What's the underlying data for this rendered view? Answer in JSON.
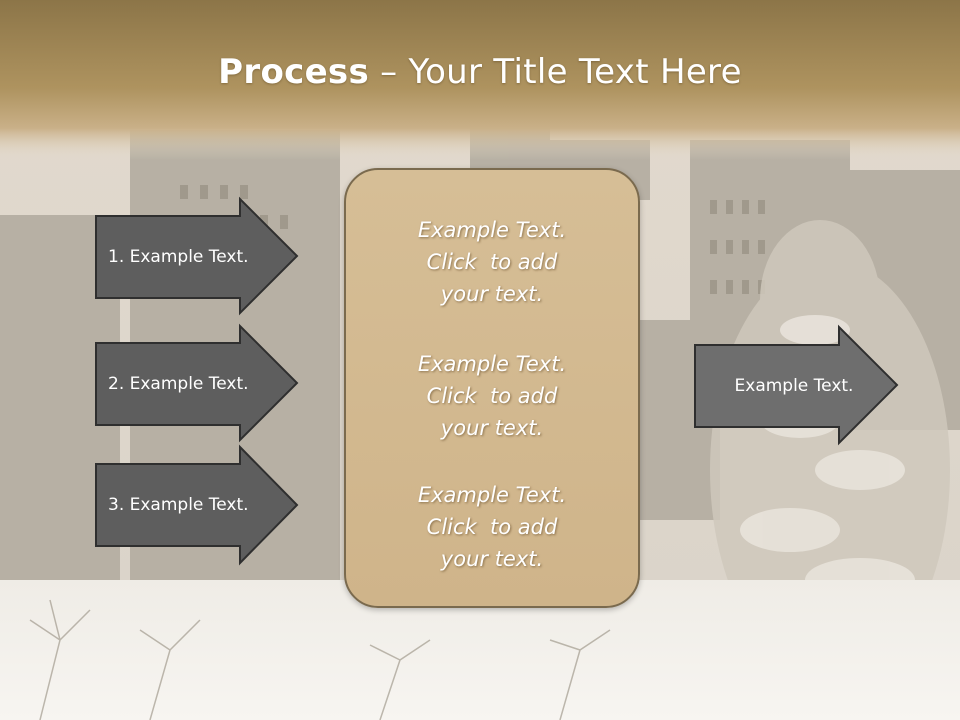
{
  "slide": {
    "title_bold": "Process",
    "title_rest": " – Your Title Text Here"
  },
  "left_arrows": [
    {
      "label": "1. Example Text."
    },
    {
      "label": "2. Example Text."
    },
    {
      "label": "3. Example Text."
    }
  ],
  "center_box": {
    "paragraphs": [
      {
        "line1": "Example Text.",
        "line2": "Click  to add",
        "line3": "your text."
      },
      {
        "line1": "Example Text.",
        "line2": "Click  to add",
        "line3": "your text."
      },
      {
        "line1": "Example Text.",
        "line2": "Click  to add",
        "line3": "your text."
      }
    ]
  },
  "right_arrow": {
    "label": "Example Text."
  },
  "colors": {
    "header_band": "#9a8152",
    "arrow_fill_dark": "#5e5e5e",
    "arrow_fill_mid": "#6e6e6e",
    "arrow_stroke": "#2f2f2f",
    "box_fill": "#d4bb92",
    "box_border": "#7a6a4e"
  }
}
